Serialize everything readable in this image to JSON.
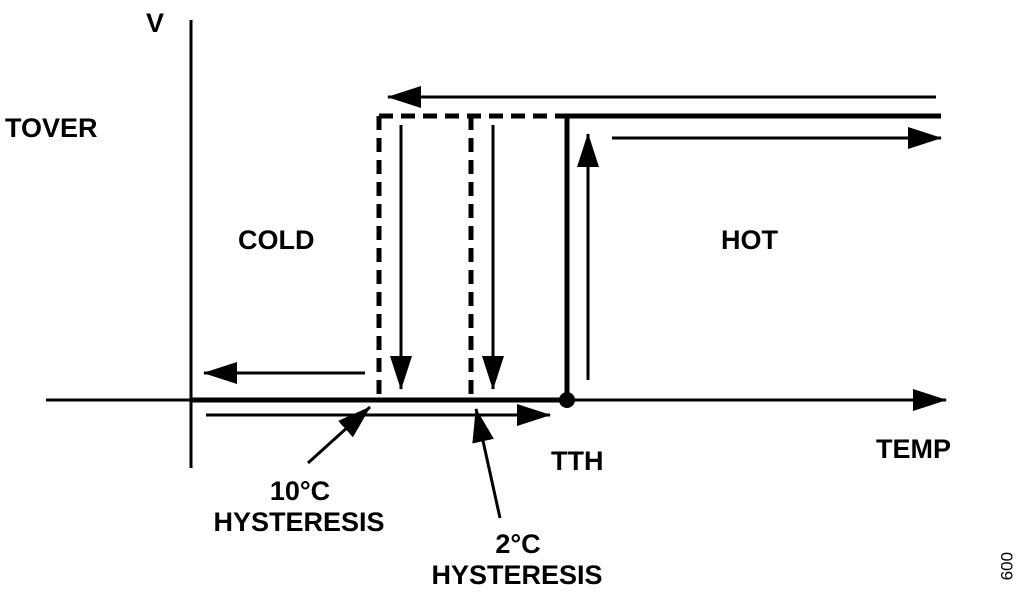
{
  "diagram": {
    "y_axis_label": "V",
    "x_axis_label": "TEMP",
    "high_level_label": "TOVER",
    "threshold_label": "TTH",
    "cold_region_label": "COLD",
    "hot_region_label": "HOT",
    "hysteresis_10": {
      "value": "10°C",
      "word": "HYSTERESIS"
    },
    "hysteresis_2": {
      "value": "2°C",
      "word": "HYSTERESIS"
    },
    "figure_id": "009"
  }
}
